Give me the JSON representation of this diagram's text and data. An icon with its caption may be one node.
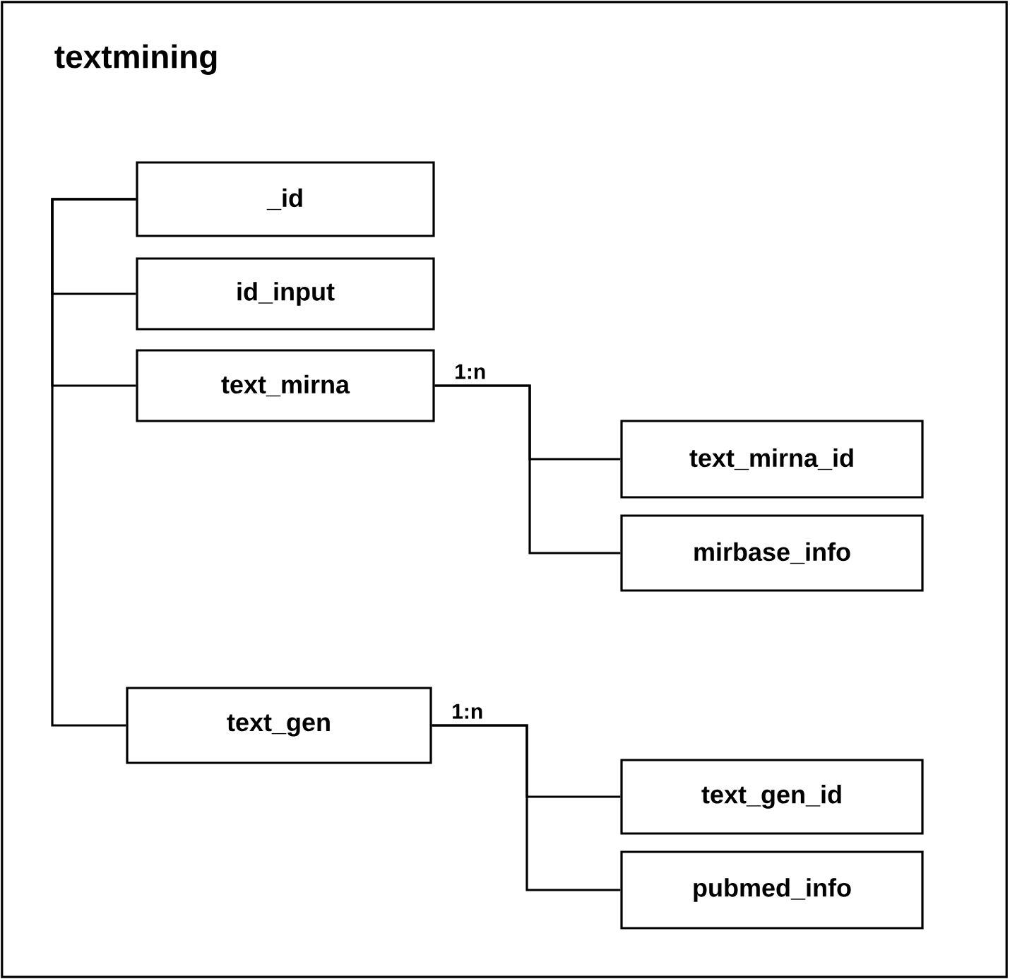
{
  "diagram": {
    "nodes": [
      {
        "text": [
          "textmining"
        ]
      },
      {
        "text": [
          "_id"
        ],
        "in": 0
      },
      {
        "text": [
          "id_input"
        ],
        "in": 0
      },
      {
        "text": [
          "text_mirna"
        ],
        "in": 0
      },
      {
        "text": [
          "text_mirna_id"
        ],
        "in": 0
      },
      {
        "text": [
          "mirbase_info"
        ],
        "in": 0
      },
      {
        "text": [
          "text_gen"
        ],
        "in": 0
      },
      {
        "text": [
          "text_gen_id"
        ],
        "in": 0
      },
      {
        "text": [
          "pubmed_info"
        ],
        "in": 0
      }
    ],
    "edges": [
      {
        "from": 1,
        "to": 2,
        "arrow": "none"
      },
      {
        "from": 1,
        "to": 3,
        "arrow": "none"
      },
      {
        "from": 1,
        "to": 6,
        "arrow": "none"
      },
      {
        "from": 3,
        "to": 4,
        "arrow": "none",
        "label": "1:n"
      },
      {
        "from": 3,
        "to": 5,
        "arrow": "none"
      },
      {
        "from": 6,
        "to": 7,
        "arrow": "none",
        "label": "1:n"
      },
      {
        "from": 6,
        "to": 8,
        "arrow": "none"
      }
    ]
  }
}
